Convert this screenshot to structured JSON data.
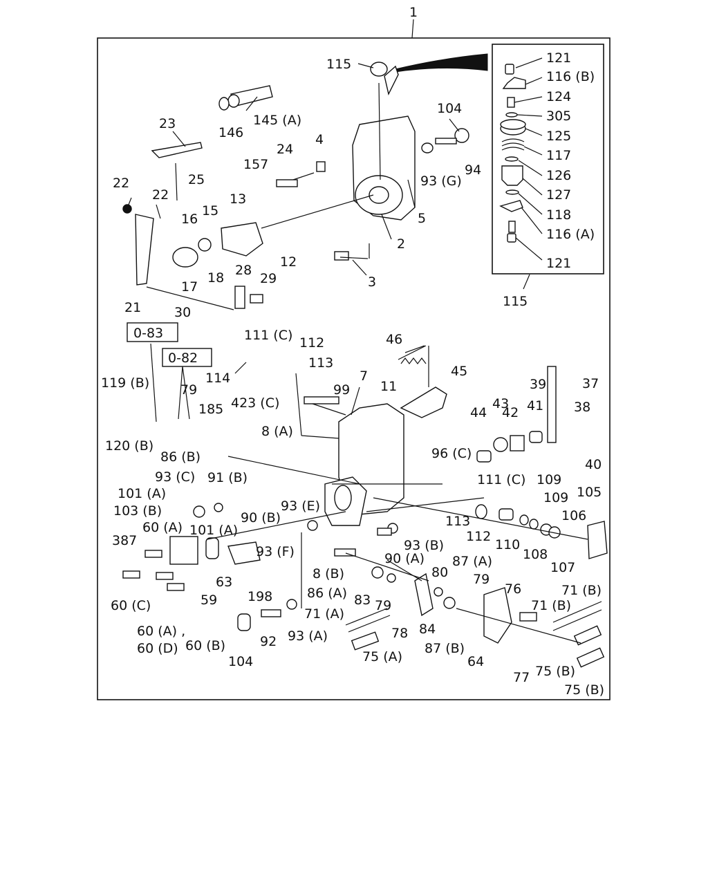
{
  "assembly_number": "1",
  "inset": {
    "title": "115",
    "callout_on_main": "115"
  },
  "refs": [
    "0-83",
    "0-82"
  ],
  "inset_labels": [
    "121",
    "116 (B)",
    "124",
    "305",
    "125",
    "117",
    "126",
    "127",
    "118",
    "116 (A)",
    "121"
  ],
  "labels": [
    "146",
    "145 (A)",
    "23",
    "25",
    "24",
    "4",
    "157",
    "104",
    "94",
    "93 (G)",
    "22",
    "22",
    "16",
    "15",
    "13",
    "12",
    "5",
    "2",
    "18",
    "17",
    "21",
    "28",
    "29",
    "30",
    "3",
    "111 (C)",
    "112",
    "113",
    "114",
    "46",
    "45",
    "119 (B)",
    "79",
    "185",
    "423 (C)",
    "99",
    "7",
    "11",
    "39",
    "37",
    "38",
    "40",
    "44",
    "43",
    "42",
    "41",
    "8 (A)",
    "96 (C)",
    "120 (B)",
    "86 (B)",
    "93 (C)",
    "91 (B)",
    "101 (A)",
    "103 (B)",
    "93 (E)",
    "90 (B)",
    "101 (A)",
    "111 (C)",
    "109",
    "109",
    "105",
    "106",
    "113",
    "112",
    "110",
    "108",
    "107",
    "387",
    "60 (A)",
    "93 (F)",
    "93 (B)",
    "90 (A)",
    "87 (A)",
    "80",
    "79",
    "8 (B)",
    "86 (A)",
    "83",
    "79",
    "60 (C)",
    "63",
    "59",
    "198",
    "76",
    "71 (B)",
    "71 (B)",
    "71 (A)",
    "78",
    "84",
    "87 (B)",
    "60 (A) ,",
    "60 (D)",
    "60 (B)",
    "92",
    "93 (A)",
    "104",
    "75 (A)",
    "64",
    "77",
    "75 (B)",
    "75 (B)"
  ]
}
